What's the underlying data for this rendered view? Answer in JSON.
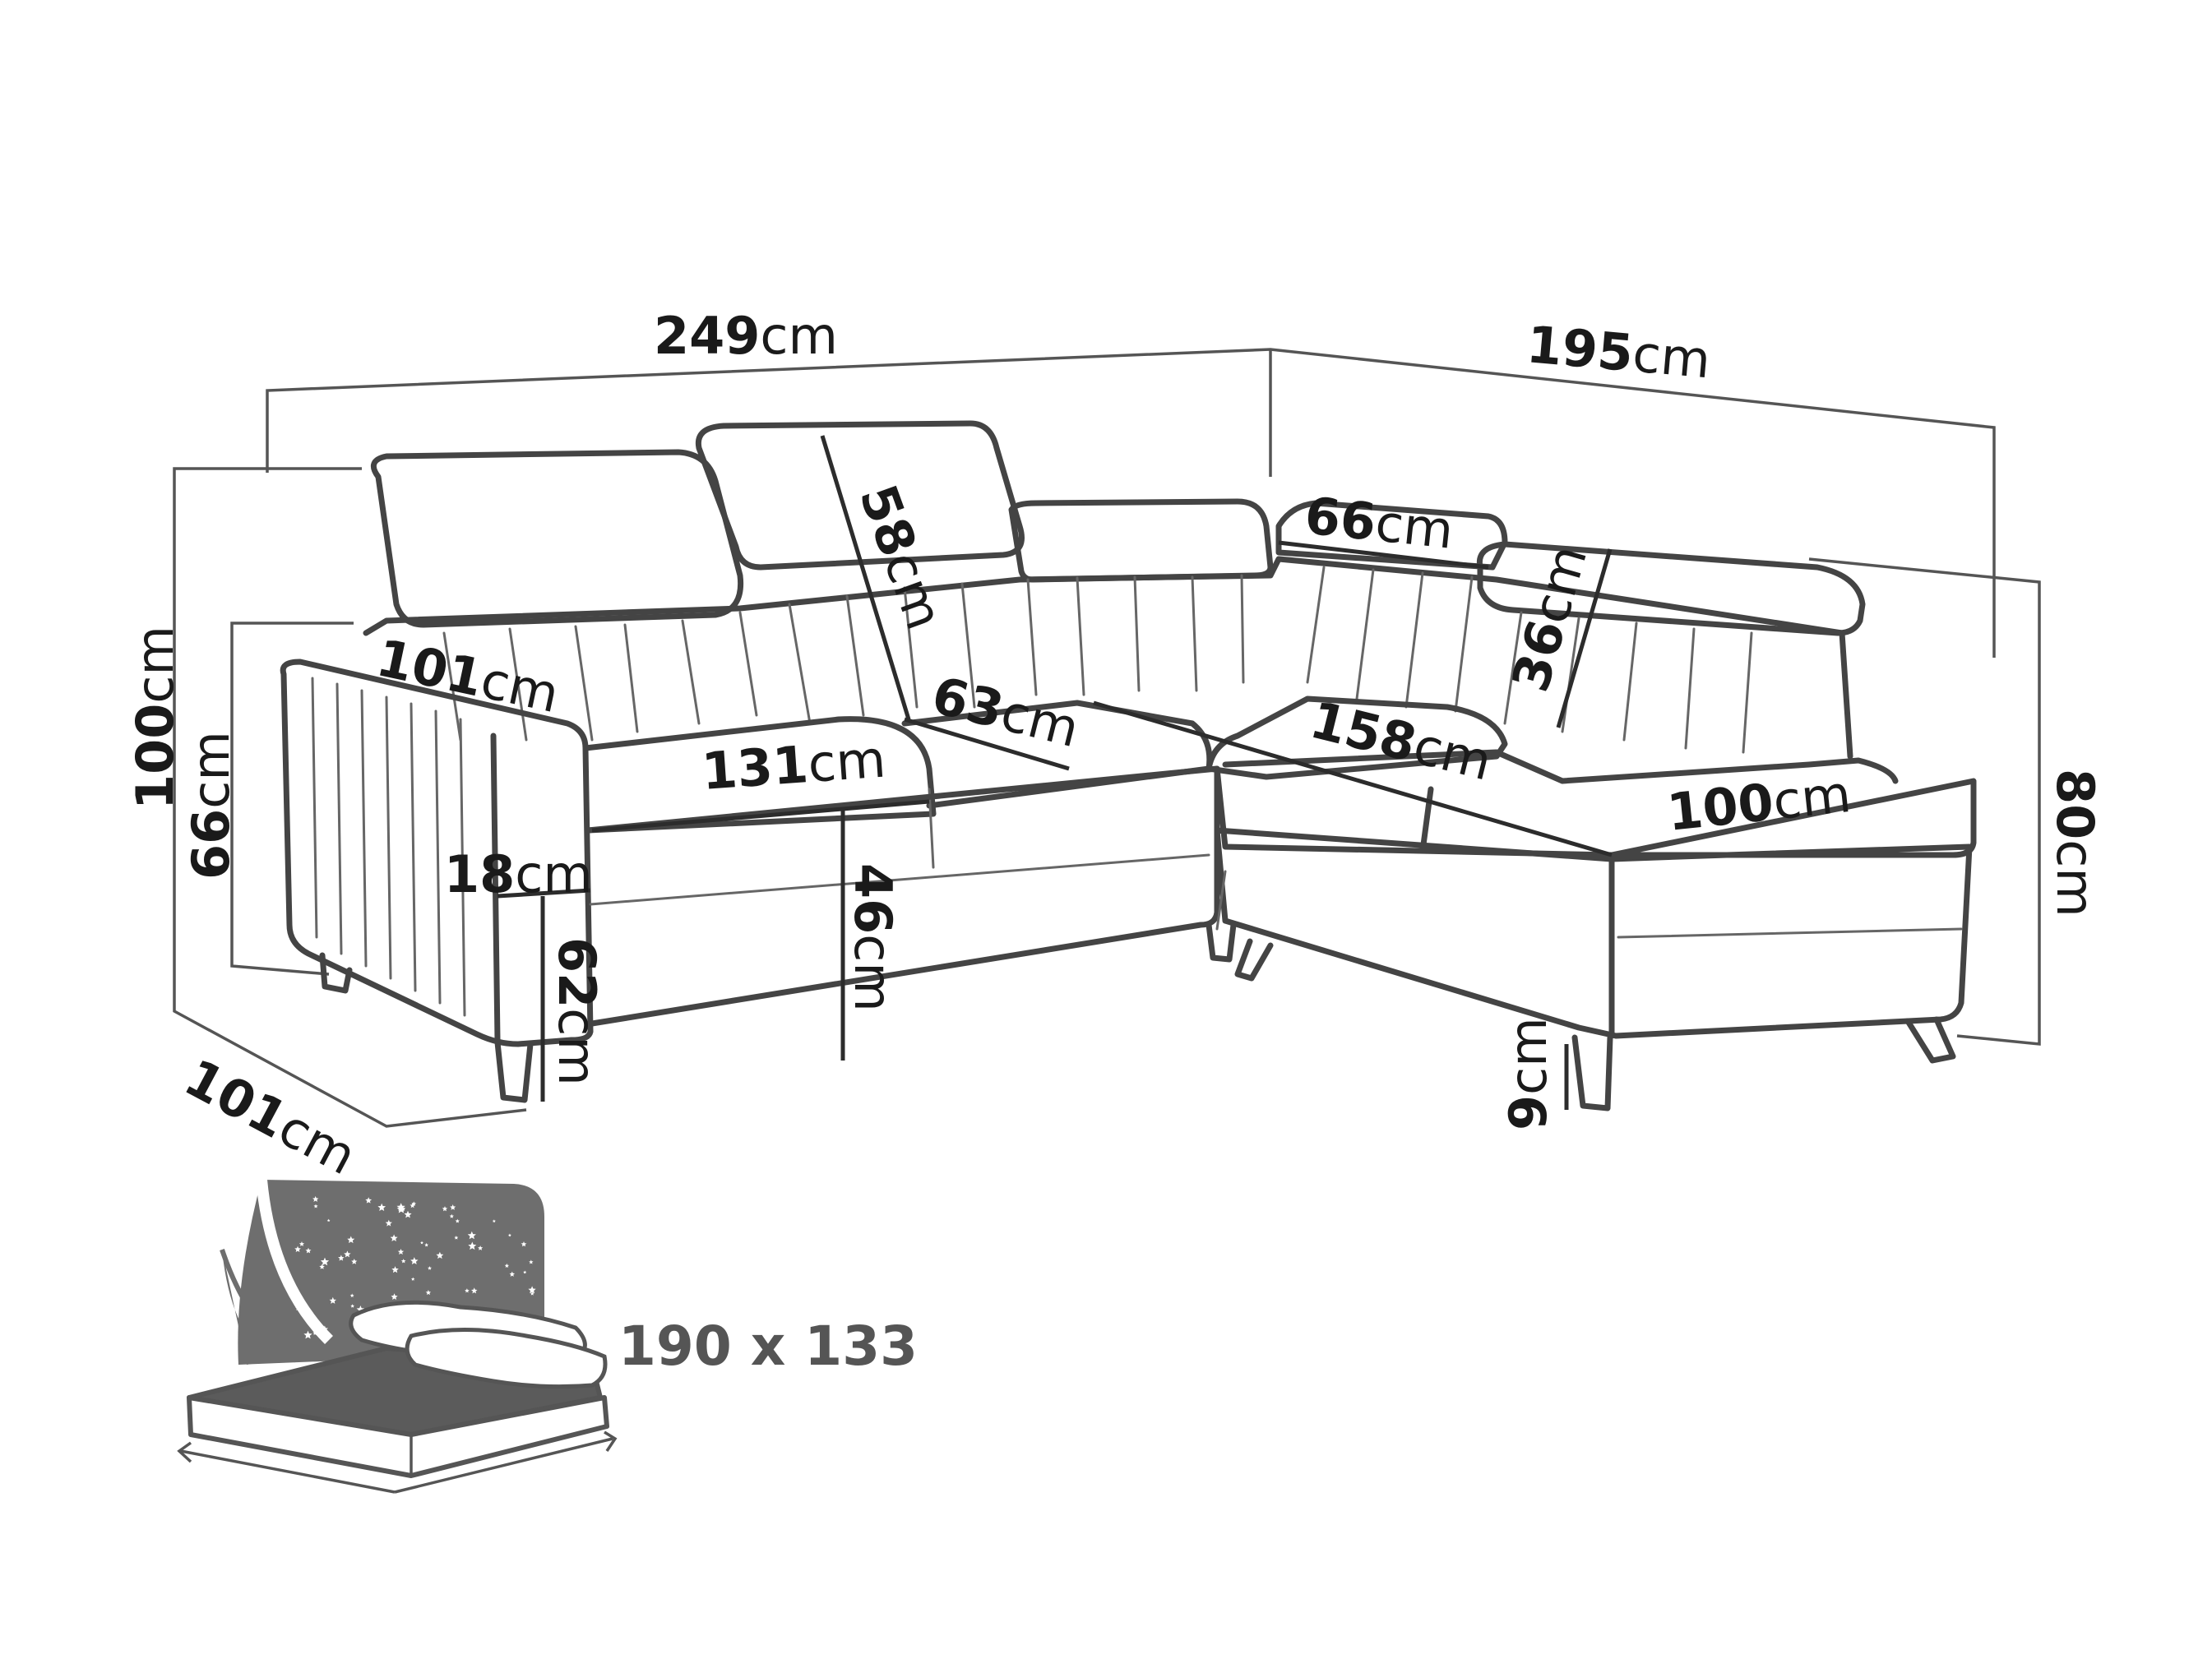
{
  "unit": "cm",
  "dimensions": {
    "total_width": "249",
    "right_width": "195",
    "total_height": "100",
    "armrest_height": "66",
    "right_back_height": "80",
    "depth": "101",
    "armrest_depth": "101",
    "left_seat_width": "131",
    "center_seat_width": "63",
    "chaise_depth": "158",
    "chaise_width": "100",
    "corner_back_width": "66",
    "headrest_height": "58",
    "right_headrest_height": "36",
    "armrest_width": "18",
    "seat_height": "46",
    "arm_front_height": "62",
    "leg_height": "9"
  },
  "bed": {
    "size_label": "190 x 133"
  }
}
